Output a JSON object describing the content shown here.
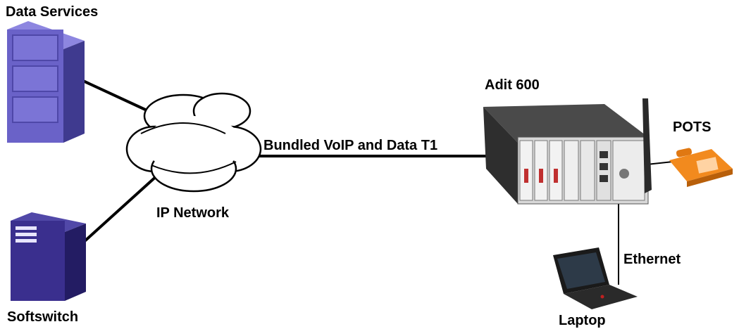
{
  "labels": {
    "data_services": "Data Services",
    "softswitch": "Softswitch",
    "ip_network": "IP Network",
    "bundled_link": "Bundled VoIP and Data T1",
    "adit": "Adit 600",
    "pots": "POTS",
    "ethernet": "Ethernet",
    "laptop": "Laptop"
  },
  "colors": {
    "server_blue": "#6a62c8",
    "server_blue_dark": "#3f3a8f",
    "softswitch_blue": "#3a2f8e",
    "phone_orange": "#f28a1e",
    "chassis_gray": "#3b3b3b",
    "line": "#000000"
  },
  "icons": [
    "data-services-server-icon",
    "softswitch-server-icon",
    "ip-network-cloud-icon",
    "adit-600-chassis-icon",
    "pots-phone-icon",
    "laptop-icon"
  ]
}
